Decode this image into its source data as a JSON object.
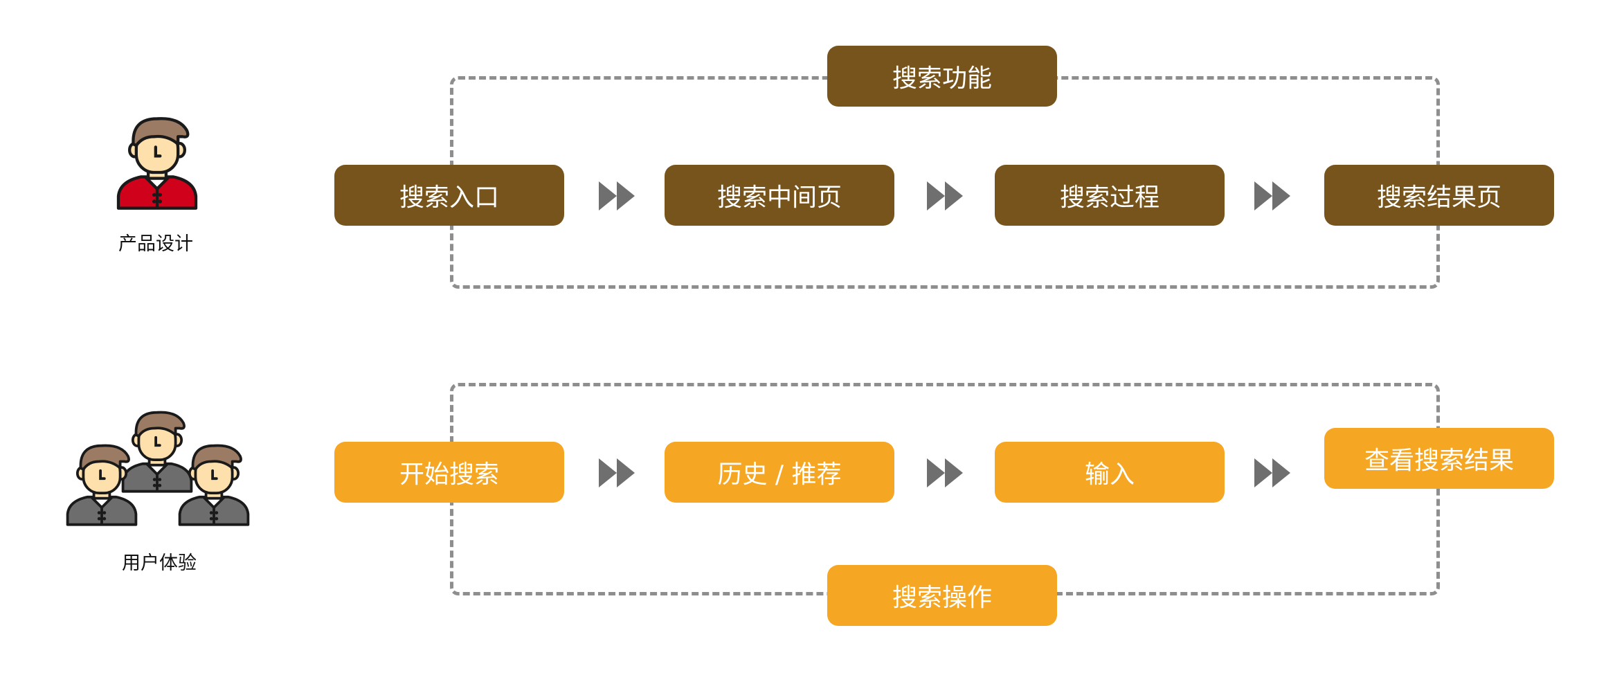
{
  "colors": {
    "product_box": "#77541c",
    "user_box": "#f5a623",
    "box_text": "#ffffff",
    "dashed_frame": "#8e8e8e",
    "arrow": "#6f6f6f",
    "shirt_red": "#d0021b",
    "shirt_gray": "#6d6d6d",
    "hair": "#9b7b63",
    "skin": "#fde0ac",
    "outline": "#1a1a1a"
  },
  "product": {
    "role_label": "产品设计",
    "role_icon": "designer-person-icon",
    "group_label": "搜索功能",
    "steps": [
      "搜索入口",
      "搜索中间页",
      "搜索过程",
      "搜索结果页"
    ]
  },
  "user": {
    "role_label": "用户体验",
    "role_icon": "user-group-icon",
    "group_label": "搜索操作",
    "steps": [
      "开始搜索",
      "历史 / 推荐",
      "输入",
      "查看搜索结果"
    ]
  },
  "arrow_icon": "double-chevron-right-icon"
}
